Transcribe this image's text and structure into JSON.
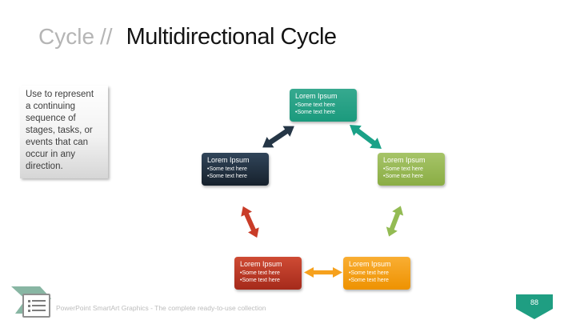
{
  "header": {
    "category": "Cycle",
    "separator": "//",
    "title": "Multidirectional Cycle"
  },
  "description": "Use to represent\na continuing\nsequence of\nstages, tasks, or\nevents that can\noccur in any\ndirection.",
  "diagram": {
    "type": "multidirectional-cycle",
    "nodes": [
      {
        "id": "top",
        "title": "Lorem Ipsum",
        "bullets": [
          "•Some text here",
          "•Some text here"
        ],
        "color": "#21a188"
      },
      {
        "id": "left",
        "title": "Lorem Ipsum",
        "bullets": [
          "•Some text here",
          "•Some text here"
        ],
        "color": "#26394b"
      },
      {
        "id": "right",
        "title": "Lorem Ipsum",
        "bullets": [
          "•Some text here",
          "•Some text here"
        ],
        "color": "#97b955"
      },
      {
        "id": "bottom-left",
        "title": "Lorem Ipsum",
        "bullets": [
          "•Some text here",
          "•Some text here"
        ],
        "color": "#c03a28"
      },
      {
        "id": "bottom-right",
        "title": "Lorem Ipsum",
        "bullets": [
          "•Some text here",
          "•Some text here"
        ],
        "color": "#f39e18"
      }
    ],
    "arrows": [
      {
        "id": "top-to-left",
        "color": "#253646"
      },
      {
        "id": "top-to-right",
        "color": "#1aa187"
      },
      {
        "id": "left-to-bottom-left",
        "color": "#c93c28"
      },
      {
        "id": "right-to-bottom-right",
        "color": "#93bb53"
      },
      {
        "id": "bottom-left-to-bottom-right",
        "color": "#f6a11d"
      }
    ]
  },
  "footer": {
    "text": "PowerPoint SmartArt Graphics - The complete ready-to-use collection",
    "page_number": "88",
    "badge_color": "#1f9e82"
  }
}
